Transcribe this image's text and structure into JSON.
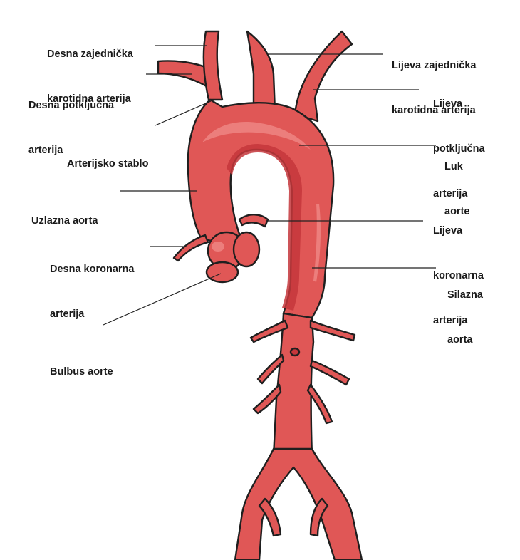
{
  "colors": {
    "vessel_fill": "#e05756",
    "vessel_dark": "#c5373b",
    "vessel_highlight": "#ef8583",
    "outline": "#1f1f1f",
    "leader_line": "#222222",
    "text": "#1a1a1a",
    "background": "#ffffff"
  },
  "labels": {
    "right_common_carotid": [
      "Desna zajednička",
      "karotidna arterija"
    ],
    "right_subclavian": [
      "Desna potključna",
      "arterija"
    ],
    "brachiocephalic_trunk": [
      "Arterijsko stablo"
    ],
    "ascending_aorta": [
      "Uzlazna aorta"
    ],
    "right_coronary": [
      "Desna koronarna",
      "arterija"
    ],
    "aortic_bulb": [
      "Bulbus aorte"
    ],
    "left_common_carotid": [
      "Lijeva zajednička",
      "karotidna arterija"
    ],
    "left_subclavian": [
      "Lijeva",
      "potključna",
      "arterija"
    ],
    "aortic_arch": [
      "Luk",
      "aorte"
    ],
    "left_coronary": [
      "Lijeva",
      "koronarna",
      "arterija"
    ],
    "descending_aorta": [
      "Silazna",
      "aorta"
    ]
  }
}
